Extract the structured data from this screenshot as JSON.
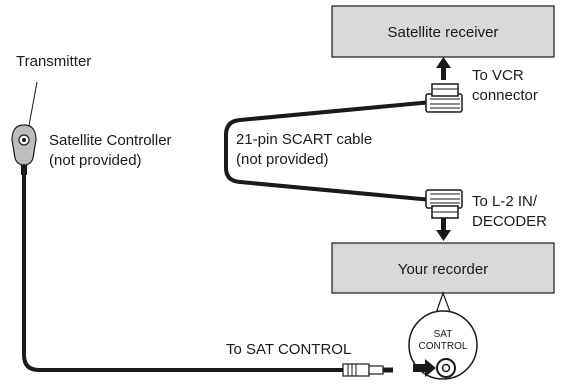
{
  "boxes": {
    "satellite_receiver": "Satellite receiver",
    "your_recorder": "Your recorder"
  },
  "labels": {
    "transmitter": "Transmitter",
    "satellite_controller_line1": "Satellite Controller",
    "satellite_controller_line2": "(not provided)",
    "scart_line1": "21-pin SCART cable",
    "scart_line2": "(not provided)",
    "to_vcr_line1": "To VCR",
    "to_vcr_line2": "connector",
    "to_l2_line1": "To L-2 IN/",
    "to_l2_line2": "DECODER",
    "to_sat_control": "To SAT CONTROL",
    "jack_line1": "SAT",
    "jack_line2": "CONTROL"
  },
  "colors": {
    "box_fill": "#d9d9d9",
    "line": "#1a1a1a"
  }
}
